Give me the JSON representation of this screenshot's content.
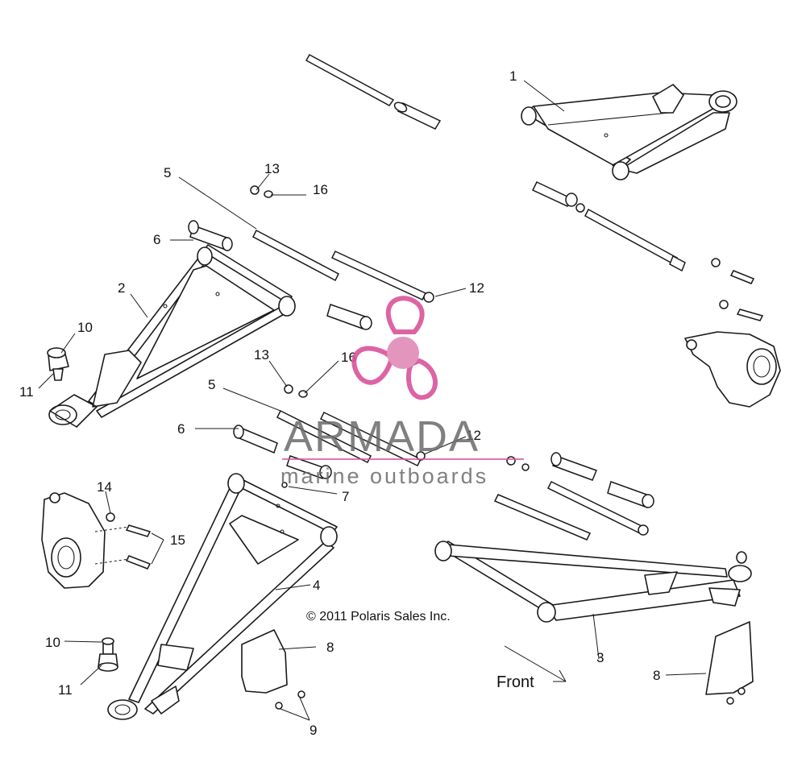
{
  "diagram": {
    "callouts": {
      "c1": "1",
      "c2": "2",
      "c3": "3",
      "c4": "4",
      "c5a": "5",
      "c5b": "5",
      "c6a": "6",
      "c6b": "6",
      "c7": "7",
      "c8a": "8",
      "c8b": "8",
      "c9": "9",
      "c10a": "10",
      "c10b": "10",
      "c11a": "11",
      "c11b": "11",
      "c12a": "12",
      "c12b": "12",
      "c13a": "13",
      "c13b": "13",
      "c14": "14",
      "c15": "15",
      "c16a": "16",
      "c16b": "16"
    },
    "copyright": "© 2011 Polaris Sales Inc.",
    "front_label": "Front"
  },
  "watermark": {
    "brand": "ARMADA",
    "tagline": "marine outboards",
    "color": "#d9549c"
  }
}
